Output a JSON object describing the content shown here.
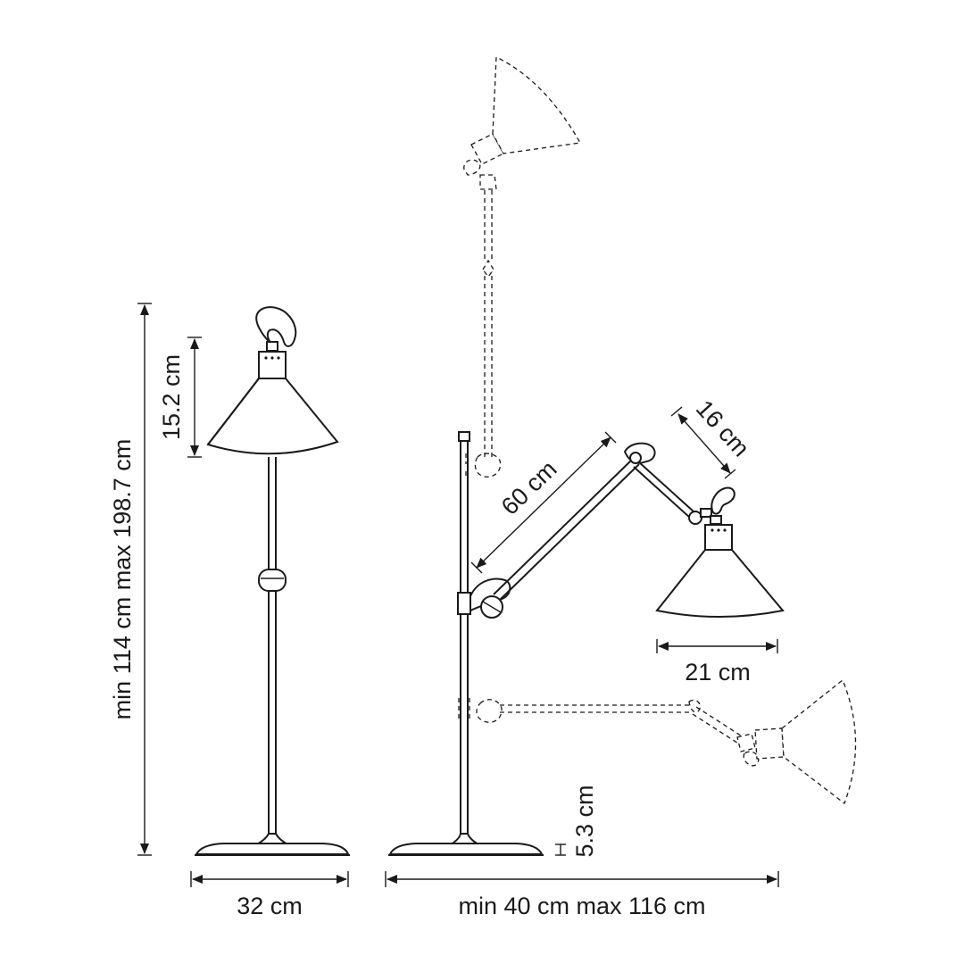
{
  "diagram": {
    "line_color": "#1a1a1a",
    "background": "#ffffff",
    "dimensions": {
      "height_range": "min 114 cm max 198.7 cm",
      "shade_height": "15.2 cm",
      "base_width": "32 cm",
      "arm_length": "60 cm",
      "head_length": "16 cm",
      "shade_diameter": "21 cm",
      "base_height": "5.3 cm",
      "reach_range": "min 40 cm max 116 cm"
    }
  }
}
